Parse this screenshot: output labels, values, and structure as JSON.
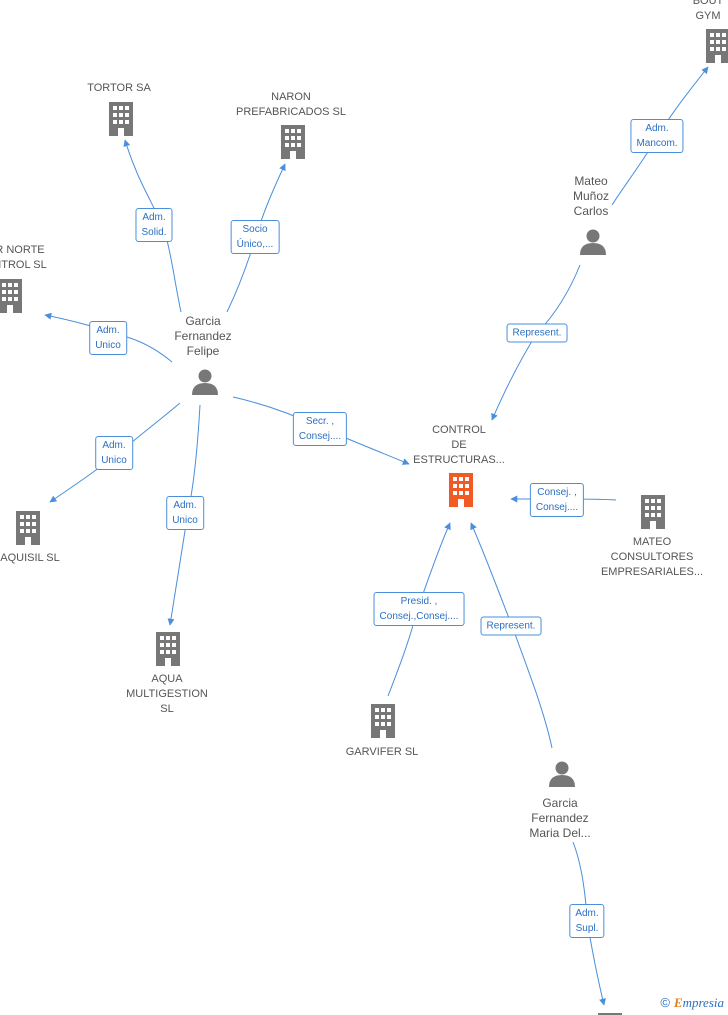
{
  "colors": {
    "edge": "#4a8fdc",
    "company": "#777777",
    "company_focus": "#f15a24",
    "person": "#777777"
  },
  "nodes": [
    {
      "id": "control",
      "kind": "company-focus",
      "label": "CONTROL\nDE\nESTRUCTURAS..."
    },
    {
      "id": "tortor",
      "kind": "company",
      "label": "TORTOR SA"
    },
    {
      "id": "naron",
      "kind": "company",
      "label": "NARON\nPREFABRICADOS SL"
    },
    {
      "id": "norte",
      "kind": "company",
      "label": "R NORTE\nNTROL  SL"
    },
    {
      "id": "aquisil",
      "kind": "company",
      "label": "AQUISIL SL"
    },
    {
      "id": "aqua",
      "kind": "company",
      "label": "AQUA\nMULTIGESTION\nSL"
    },
    {
      "id": "garvifer",
      "kind": "company",
      "label": "GARVIFER SL"
    },
    {
      "id": "mateo_consultores",
      "kind": "company",
      "label": "MATEO\nCONSULTORES\nEMPRESARIALES..."
    },
    {
      "id": "gym",
      "kind": "company",
      "label": "BOUT\nGYM"
    },
    {
      "id": "bottom_company",
      "kind": "company",
      "label": ""
    },
    {
      "id": "garcia_felipe",
      "kind": "person",
      "label": "Garcia\nFernandez\nFelipe"
    },
    {
      "id": "mateo_carlos",
      "kind": "person",
      "label": "Mateo\nMuñoz\nCarlos"
    },
    {
      "id": "garcia_maria",
      "kind": "person",
      "label": "Garcia\nFernandez\nMaria Del..."
    }
  ],
  "edges": [
    {
      "id": "e_tortor",
      "label": "Adm.\nSolid."
    },
    {
      "id": "e_naron",
      "label": "Socio\nÚnico,..."
    },
    {
      "id": "e_norte",
      "label": "Adm.\nUnico"
    },
    {
      "id": "e_aquisil",
      "label": "Adm.\nUnico"
    },
    {
      "id": "e_aqua",
      "label": "Adm.\nUnico"
    },
    {
      "id": "e_control_felipe",
      "label": "Secr. ,\nConsej...."
    },
    {
      "id": "e_gym",
      "label": "Adm.\nMancom."
    },
    {
      "id": "e_control_carlos",
      "label": "Represent."
    },
    {
      "id": "e_consultores",
      "label": "Consej. ,\nConsej...."
    },
    {
      "id": "e_garvifer",
      "label": "Presid. ,\nConsej.,Consej...."
    },
    {
      "id": "e_control_maria",
      "label": "Represent."
    },
    {
      "id": "e_bottom",
      "label": "Adm.\nSupl."
    }
  ],
  "watermark": {
    "copyright": "©",
    "brand_first": "E",
    "brand_rest": "mpresia"
  }
}
